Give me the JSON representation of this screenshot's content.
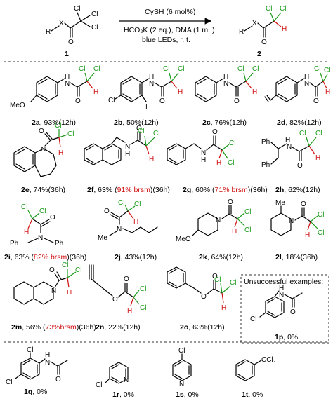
{
  "header": {
    "reactant_number": "1",
    "product_number": "2",
    "reactant_atoms": {
      "r": "R",
      "x": "X",
      "o": "O",
      "cl": "Cl"
    },
    "product_atoms": {
      "h": "H"
    },
    "conditions": {
      "above": "CySH (6 mol%)",
      "below_1": "HCO₂K (2 eq.), DMA (1 mL)",
      "below_2": "blue LEDs, r. t."
    }
  },
  "atoms": {
    "n": "N",
    "h": "H",
    "o": "O",
    "cl": "Cl",
    "i": "I",
    "meo": "MeO",
    "me": "Me",
    "ph": "Ph",
    "ccl3": "CCl₃"
  },
  "products": [
    {
      "id": "2a",
      "yield": ", 93%(12h)"
    },
    {
      "id": "2b",
      "yield": ", 50%(12h)"
    },
    {
      "id": "2c",
      "yield": ", 76%(12h)"
    },
    {
      "id": "2d",
      "yield": ", 82%(12h)"
    },
    {
      "id": "2e",
      "yield": ", 74%(36h)"
    },
    {
      "id": "2f",
      "yield": ", 63% (",
      "brsm": "91% brsm",
      "tail": ")(36h)"
    },
    {
      "id": "2g",
      "yield": ", 60%  (",
      "brsm": "71% brsm",
      "tail": ")(36h)"
    },
    {
      "id": "2h",
      "yield": ", 62%(12h)"
    },
    {
      "id": "2i",
      "yield": ", 63%  (",
      "brsm": "82% brsm",
      "tail": ")(36h)"
    },
    {
      "id": "2j",
      "yield": ", 43%(12h)"
    },
    {
      "id": "2k",
      "yield": ", 64%(12h)"
    },
    {
      "id": "2l",
      "yield": ", 18%(36h)"
    },
    {
      "id": "2m",
      "yield": ", 56% (",
      "brsm": "73%brsm",
      "tail": ")(36h)"
    },
    {
      "id": "2n",
      "yield": ", 22%(12h)"
    },
    {
      "id": "2o",
      "yield": ", 63%(12h)"
    }
  ],
  "unsuccessful": {
    "title": "Unsuccessful examples:",
    "items": [
      {
        "id": "1p",
        "yield": ", 0%"
      },
      {
        "id": "1q",
        "yield": ", 0%"
      },
      {
        "id": "1r",
        "yield": ", 0%"
      },
      {
        "id": "1s",
        "yield": ", 0%"
      },
      {
        "id": "1t",
        "yield": ", 0%"
      }
    ]
  }
}
